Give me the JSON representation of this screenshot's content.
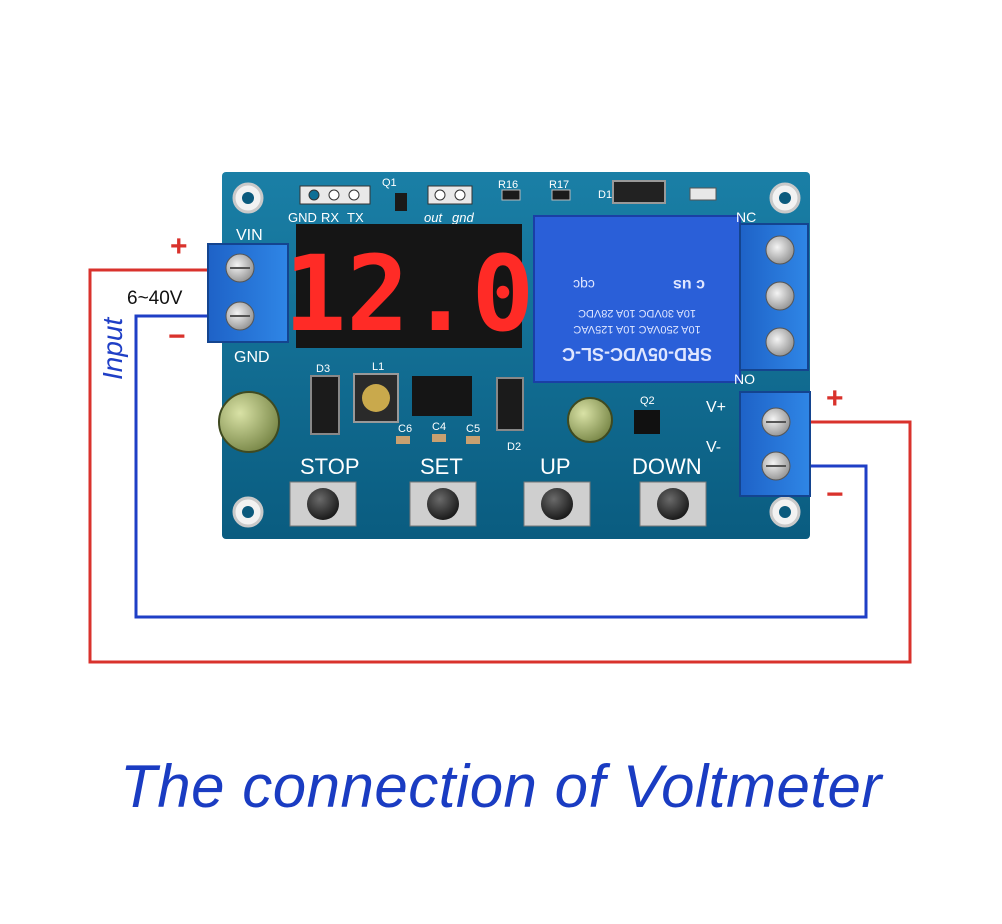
{
  "board": {
    "display_value": "12.0",
    "header_left": [
      "GND",
      "RX",
      "TX"
    ],
    "header_right": [
      "out",
      "gnd"
    ],
    "input_terminal_top": "VIN",
    "input_terminal_bottom": "GND",
    "output_terminal_top": "V+",
    "output_terminal_bottom": "V-",
    "relay_terminal_top": "NC",
    "relay_terminal_bottom": "NO",
    "components": [
      "Q1",
      "R16",
      "R17",
      "D1",
      "D3",
      "L1",
      "D2",
      "Q2",
      "C6",
      "C4",
      "C5"
    ],
    "relay": {
      "model": "SRD-05VDC-SL-C",
      "rating_lines": [
        "10A 250VAC 10A 125VAC",
        "10A 30VDC 10A 28VDC"
      ],
      "marks": [
        "c us",
        "cqc"
      ]
    },
    "buttons": [
      "STOP",
      "SET",
      "UP",
      "DOWN"
    ]
  },
  "wiring": {
    "input_label": "Input",
    "input_range": "6~40V",
    "input_plus": "+",
    "input_minus": "−",
    "output_plus": "+",
    "output_minus": "−",
    "colors": {
      "positive": "#d9322c",
      "negative": "#1f3fc6",
      "board": "#0e6f96"
    }
  },
  "caption": "The connection of Voltmeter"
}
